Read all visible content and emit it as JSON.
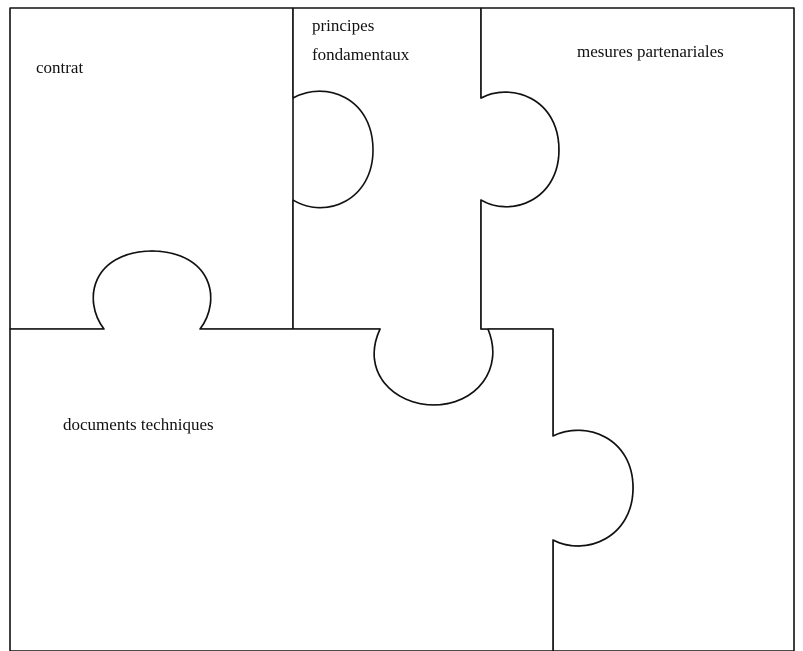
{
  "diagram": {
    "pieces": [
      {
        "id": "contrat",
        "label_lines": [
          "contrat"
        ]
      },
      {
        "id": "principes",
        "label_lines": [
          "principes",
          "fondamentaux"
        ]
      },
      {
        "id": "mesures",
        "label_lines": [
          "mesures partenariales"
        ]
      },
      {
        "id": "documents",
        "label_lines": [
          "documents techniques"
        ]
      }
    ],
    "colors": {
      "outline": "#111111",
      "background": "#ffffff"
    }
  }
}
